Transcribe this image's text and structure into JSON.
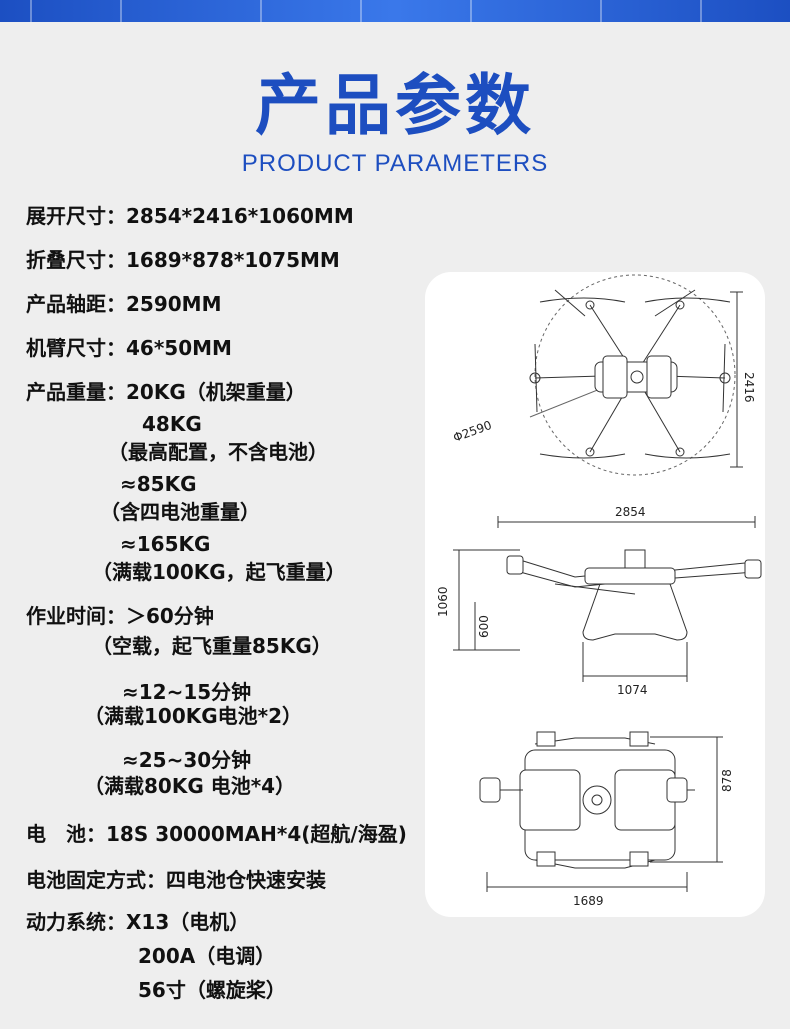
{
  "header": {
    "title_cn": "产品参数",
    "title_en": "PRODUCT PARAMETERS"
  },
  "specs": [
    {
      "label": "展开尺寸：",
      "value": "2854*2416*1060MM"
    },
    {
      "label": "折叠尺寸：",
      "value": "1689*878*1075MM"
    },
    {
      "label": "产品轴距：",
      "value": "2590MM"
    },
    {
      "label": "机臂尺寸：",
      "value": "46*50MM"
    },
    {
      "label": "产品重量：",
      "value": "20KG（机架重量）"
    }
  ],
  "weights": [
    {
      "value": "48KG",
      "note": "（最高配置，不含电池）"
    },
    {
      "value": "≈85KG",
      "note": "（含四电池重量）"
    },
    {
      "value": "≈165KG",
      "note": "（满载100KG，起飞重量）"
    }
  ],
  "work_time": {
    "label": "作业时间：",
    "value": "＞60分钟",
    "note": "（空载，起飞重量85KG）",
    "extra": [
      {
        "value": "≈12~15分钟",
        "note": "（满载100KG电池*2）"
      },
      {
        "value": "≈25~30分钟",
        "note": "（满载80KG 电池*4）"
      }
    ]
  },
  "battery": {
    "label": "电　池：",
    "value": "18S 30000MAH*4(超航/海盈)"
  },
  "battery_mount": {
    "label": "电池固定方式：",
    "value": "四电池仓快速安装"
  },
  "power": {
    "label": "动力系统：",
    "lines": [
      "X13（电机）",
      "200A（电调）",
      "56寸（螺旋桨）"
    ]
  },
  "diagram": {
    "top_diameter": "Φ2590",
    "top_height": "2416",
    "side_width": "2854",
    "side_height": "1060",
    "side_leg_height": "600",
    "side_leg_width": "1074",
    "folded_height": "878",
    "folded_width": "1689"
  },
  "colors": {
    "brand_blue": "#1d4ec0",
    "background": "#eeeeee",
    "panel": "#ffffff"
  }
}
